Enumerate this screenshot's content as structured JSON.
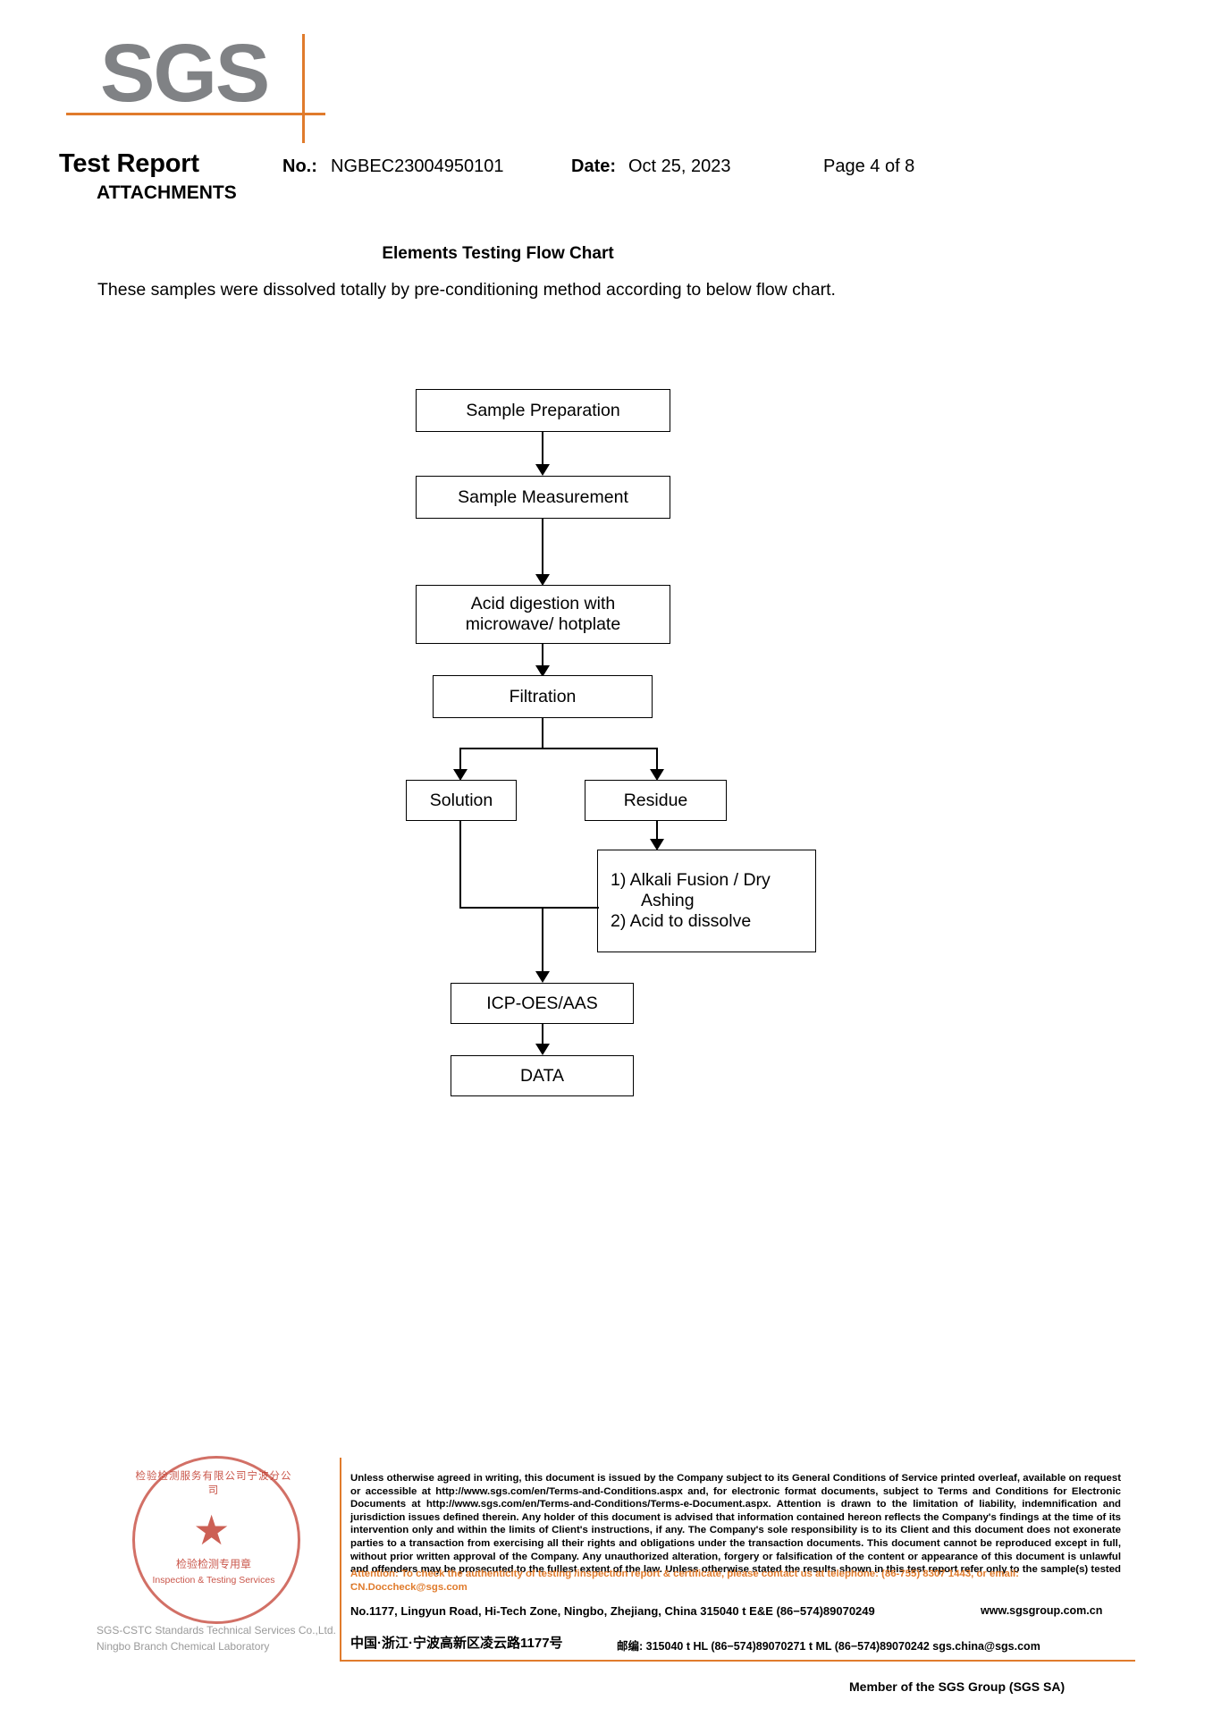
{
  "logo": {
    "text": "SGS"
  },
  "header": {
    "title": "Test Report",
    "subtitle": "ATTACHMENTS",
    "no_label": "No.:",
    "no_value": "NGBEC23004950101",
    "date_label": "Date:",
    "date_value": "Oct 25, 2023",
    "page": "Page 4 of 8"
  },
  "flow_section": {
    "title": "Elements Testing Flow Chart",
    "intro": "These samples were dissolved totally by pre-conditioning method according to below flow chart."
  },
  "flowchart": {
    "nodes": {
      "sample_preparation": "Sample Preparation",
      "sample_measurement": "Sample Measurement",
      "acid_digestion_line1": "Acid digestion with",
      "acid_digestion_line2": "microwave/ hotplate",
      "filtration": "Filtration",
      "solution": "Solution",
      "residue": "Residue",
      "alkali_line1": "1) Alkali Fusion / Dry",
      "alkali_line2": "Ashing",
      "alkali_line3": "2) Acid to dissolve",
      "icp": "ICP-OES/AAS",
      "data": "DATA"
    }
  },
  "stamp": {
    "top_text": "检验检测服务有限公司宁波分公司",
    "mid_text": "检验检测专用章",
    "bot_text": "Inspection & Testing Services",
    "label_1": "SGS-CSTC Standards Technical Services Co.,Ltd.",
    "label_2": "Ningbo Branch Chemical Laboratory"
  },
  "footer": {
    "disclaimer": "Unless otherwise agreed in writing, this document is issued by the Company subject to its General Conditions of Service printed overleaf, available on request or accessible at http://www.sgs.com/en/Terms-and-Conditions.aspx and, for electronic format documents, subject to Terms and Conditions for Electronic Documents at http://www.sgs.com/en/Terms-and-Conditions/Terms-e-Document.aspx. Attention is drawn to the limitation of liability, indemnification and jurisdiction issues defined therein. Any holder of this document is advised that information contained hereon reflects the Company's findings at the time of its intervention only and within the limits of Client's instructions, if any. The Company's sole responsibility is to its Client and this document does not exonerate parties to a transaction from exercising all their rights and obligations under the transaction documents. This document cannot be reproduced except in full, without prior written approval of the Company. Any unauthorized alteration, forgery or falsification of the content or appearance of this document is unlawful and offenders may be prosecuted to the fullest extent of the law. Unless otherwise stated the results shown in this test report refer only to the sample(s) tested .",
    "attention": "Attention: To check the authenticity of testing /inspection report & certificate, please contact us at telephone: (86-755) 8307 1443, or email: CN.Doccheck@sgs.com",
    "address_en": "No.1177, Lingyun Road, Hi-Tech Zone, Ningbo, Zhejiang, China 315040    t E&E (86−574)89070249",
    "website": "www.sgsgroup.com.cn",
    "address_cn": "中国·浙江·宁波高新区凌云路1177号",
    "address_cn_rest": "邮编: 315040    t HL   (86−574)89070271   t ML  (86−574)89070242   sgs.china@sgs.com",
    "member": "Member of the SGS Group (SGS SA)"
  },
  "colors": {
    "accent_orange": "#e07b2c",
    "logo_gray": "#808285",
    "stamp_red": "#c0392b"
  }
}
